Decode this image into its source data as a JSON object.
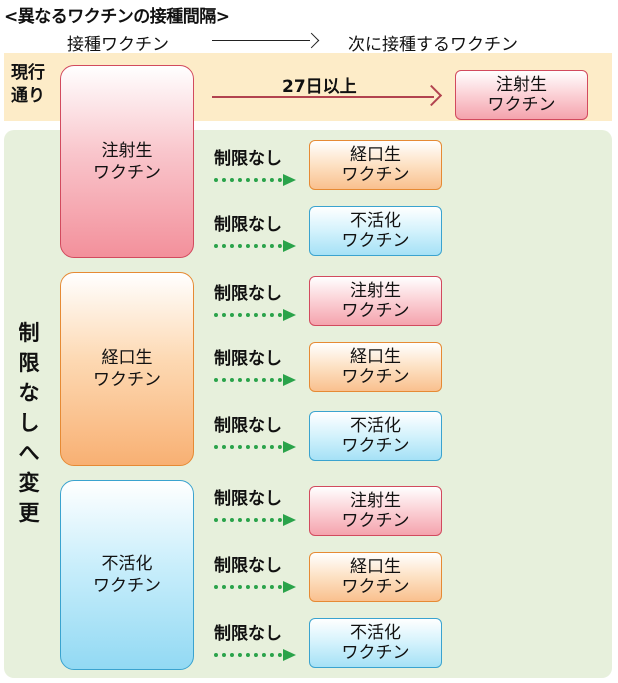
{
  "title": "<異なるワクチンの接種間隔>",
  "header": {
    "left": "接種ワクチン",
    "right": "次に接種するワクチン"
  },
  "current": {
    "label": [
      "現行",
      "通り"
    ],
    "interval": "27日以上",
    "target": "注射生\nワクチン"
  },
  "change": {
    "label": [
      "制",
      "限",
      "な",
      "し",
      "へ",
      "変",
      "更"
    ],
    "no_limit": "制限なし"
  },
  "sources": [
    {
      "name": "注射生\nワクチン",
      "color": "red"
    },
    {
      "name": "経口生\nワクチン",
      "color": "orange"
    },
    {
      "name": "不活化\nワクチン",
      "color": "blue"
    }
  ],
  "targets": [
    {
      "name": "経口生\nワクチン",
      "color": "orange"
    },
    {
      "name": "不活化\nワクチン",
      "color": "blue"
    },
    {
      "name": "注射生\nワクチン",
      "color": "red"
    },
    {
      "name": "経口生\nワクチン",
      "color": "orange"
    },
    {
      "name": "不活化\nワクチン",
      "color": "blue"
    },
    {
      "name": "注射生\nワクチン",
      "color": "red"
    },
    {
      "name": "経口生\nワクチン",
      "color": "orange"
    },
    {
      "name": "不活化\nワクチン",
      "color": "blue"
    }
  ],
  "colors": {
    "red": "#f3909b",
    "orange": "#f8b073",
    "blue": "#92d9f3",
    "arrow_current": "#b2434f",
    "arrow_dotted": "#2aa34a",
    "band_current": "#fdecc8",
    "band_change": "#e7f0dc"
  }
}
